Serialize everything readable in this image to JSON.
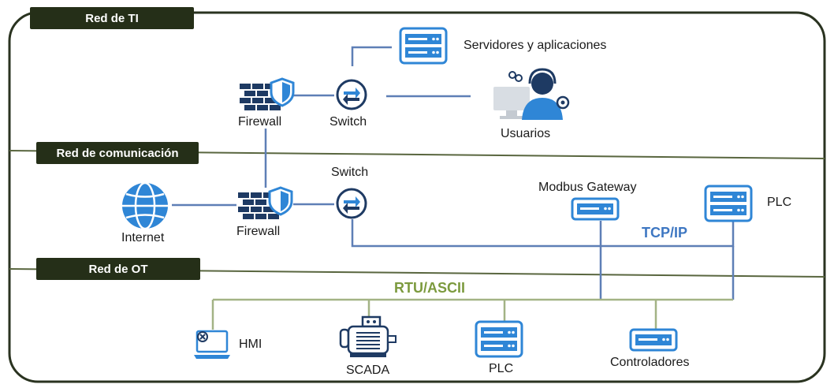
{
  "zones": {
    "it": "Red de TI",
    "comm": "Red de comunicación",
    "ot": "Red de OT"
  },
  "nodes": {
    "servers": "Servidores  y aplicaciones",
    "firewall_it": "Firewall",
    "switch_it": "Switch",
    "users": "Usuarios",
    "internet": "Internet",
    "firewall_comm": "Firewall",
    "switch_comm": "Switch",
    "modbus_gateway": "Modbus Gateway",
    "plc_top": "PLC",
    "hmi": "HMI",
    "scada": "SCADA",
    "plc_bottom": "PLC",
    "controllers": "Controladores"
  },
  "protocols": {
    "tcpip": "TCP/IP",
    "rtu": "RTU/ASCII"
  },
  "colors": {
    "frame": "#2a3320",
    "tab_bg": "#252f18",
    "zone_line": "#59663f",
    "link_blue": "#5e7fb6",
    "link_green": "#a3b385",
    "icon_blue": "#2f86d6",
    "icon_dark": "#1e3a63",
    "tcpip_text": "#3e77c2",
    "rtu_text": "#7c9a3e"
  },
  "icons": {
    "firewall": "firewall-shield-icon",
    "switch": "switch-arrows-icon",
    "server": "server-rack-icon",
    "user": "user-headset-icon",
    "globe": "globe-icon",
    "laptop": "laptop-icon",
    "motor": "motor-icon"
  }
}
